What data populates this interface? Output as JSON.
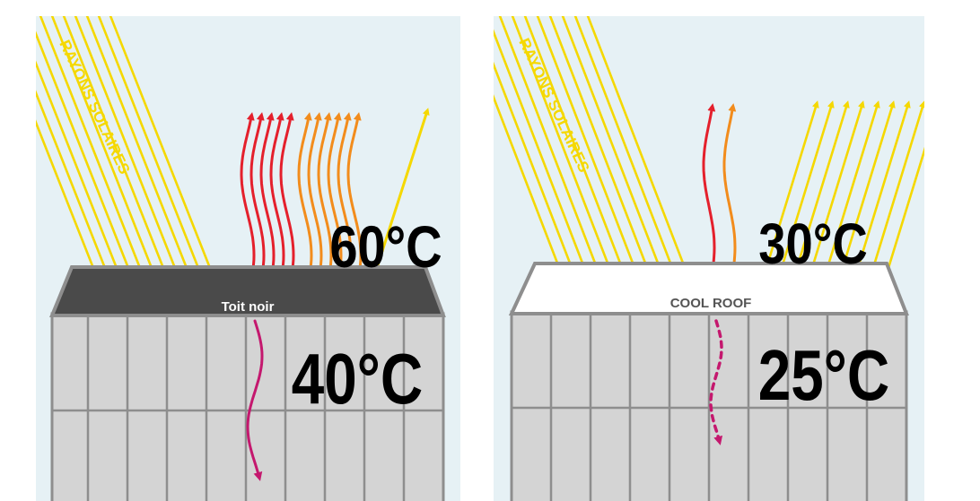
{
  "panels": {
    "black_roof": {
      "rays_label": "RAYONS SOLAIRES",
      "roof_label": "Toit noir",
      "roof_temp": "60°C",
      "inside_temp": "40°C"
    },
    "cool_roof": {
      "rays_label": "RAYONS SOLAIRES",
      "roof_label": "COOL ROOF",
      "roof_temp": "30°C",
      "inside_temp": "25°C"
    }
  },
  "colors": {
    "sky": "#e6f1f5",
    "sun_ray": "#f5d800",
    "heat_red": "#e4202c",
    "heat_orange": "#f28c1c",
    "heat_inside": "#c4186e",
    "black_roof": "#4a4a4a",
    "cool_roof": "#ffffff",
    "building": "#d4d4d4",
    "building_line": "#8e8e8e"
  }
}
